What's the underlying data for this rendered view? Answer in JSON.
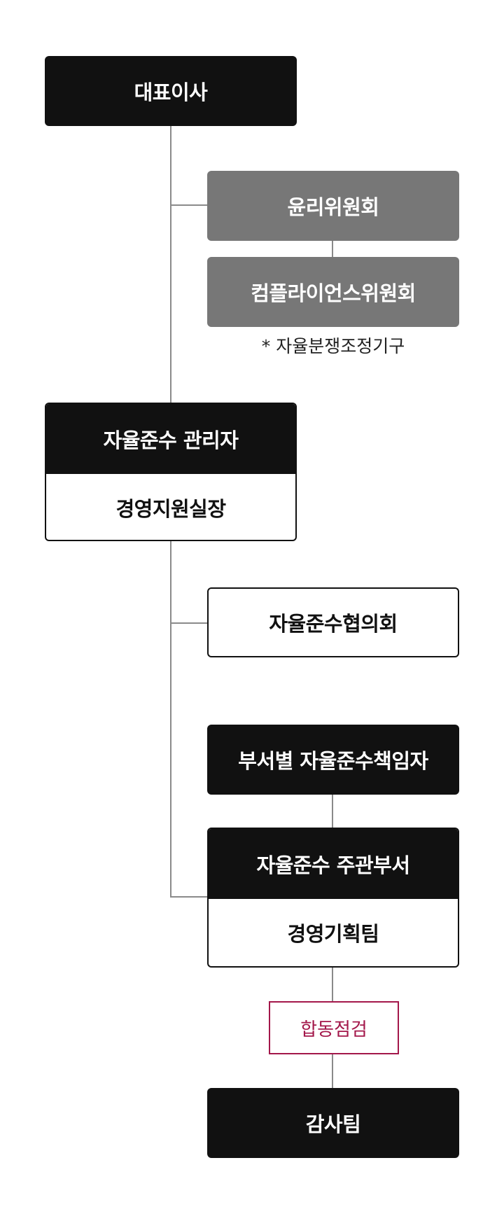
{
  "org": {
    "ceo": "대표이사",
    "ethics_committee": "윤리위원회",
    "compliance_committee": "컴플라이언스위원회",
    "compliance_note": "* 자율분쟁조정기구",
    "compliance_manager": {
      "title": "자율준수 관리자",
      "subtitle": "경영지원실장"
    },
    "compliance_council": "자율준수협의회",
    "dept_officer": "부서별 자율준수책임자",
    "compliance_dept": {
      "title": "자율준수 주관부서",
      "subtitle": "경영기획팀"
    },
    "joint_inspection": "합동점검",
    "audit_team": "감사팀"
  },
  "colors": {
    "dark_box": "#111111",
    "gray_box": "#777777",
    "accent": "#a3174a",
    "connector": "#8a8a8a"
  }
}
